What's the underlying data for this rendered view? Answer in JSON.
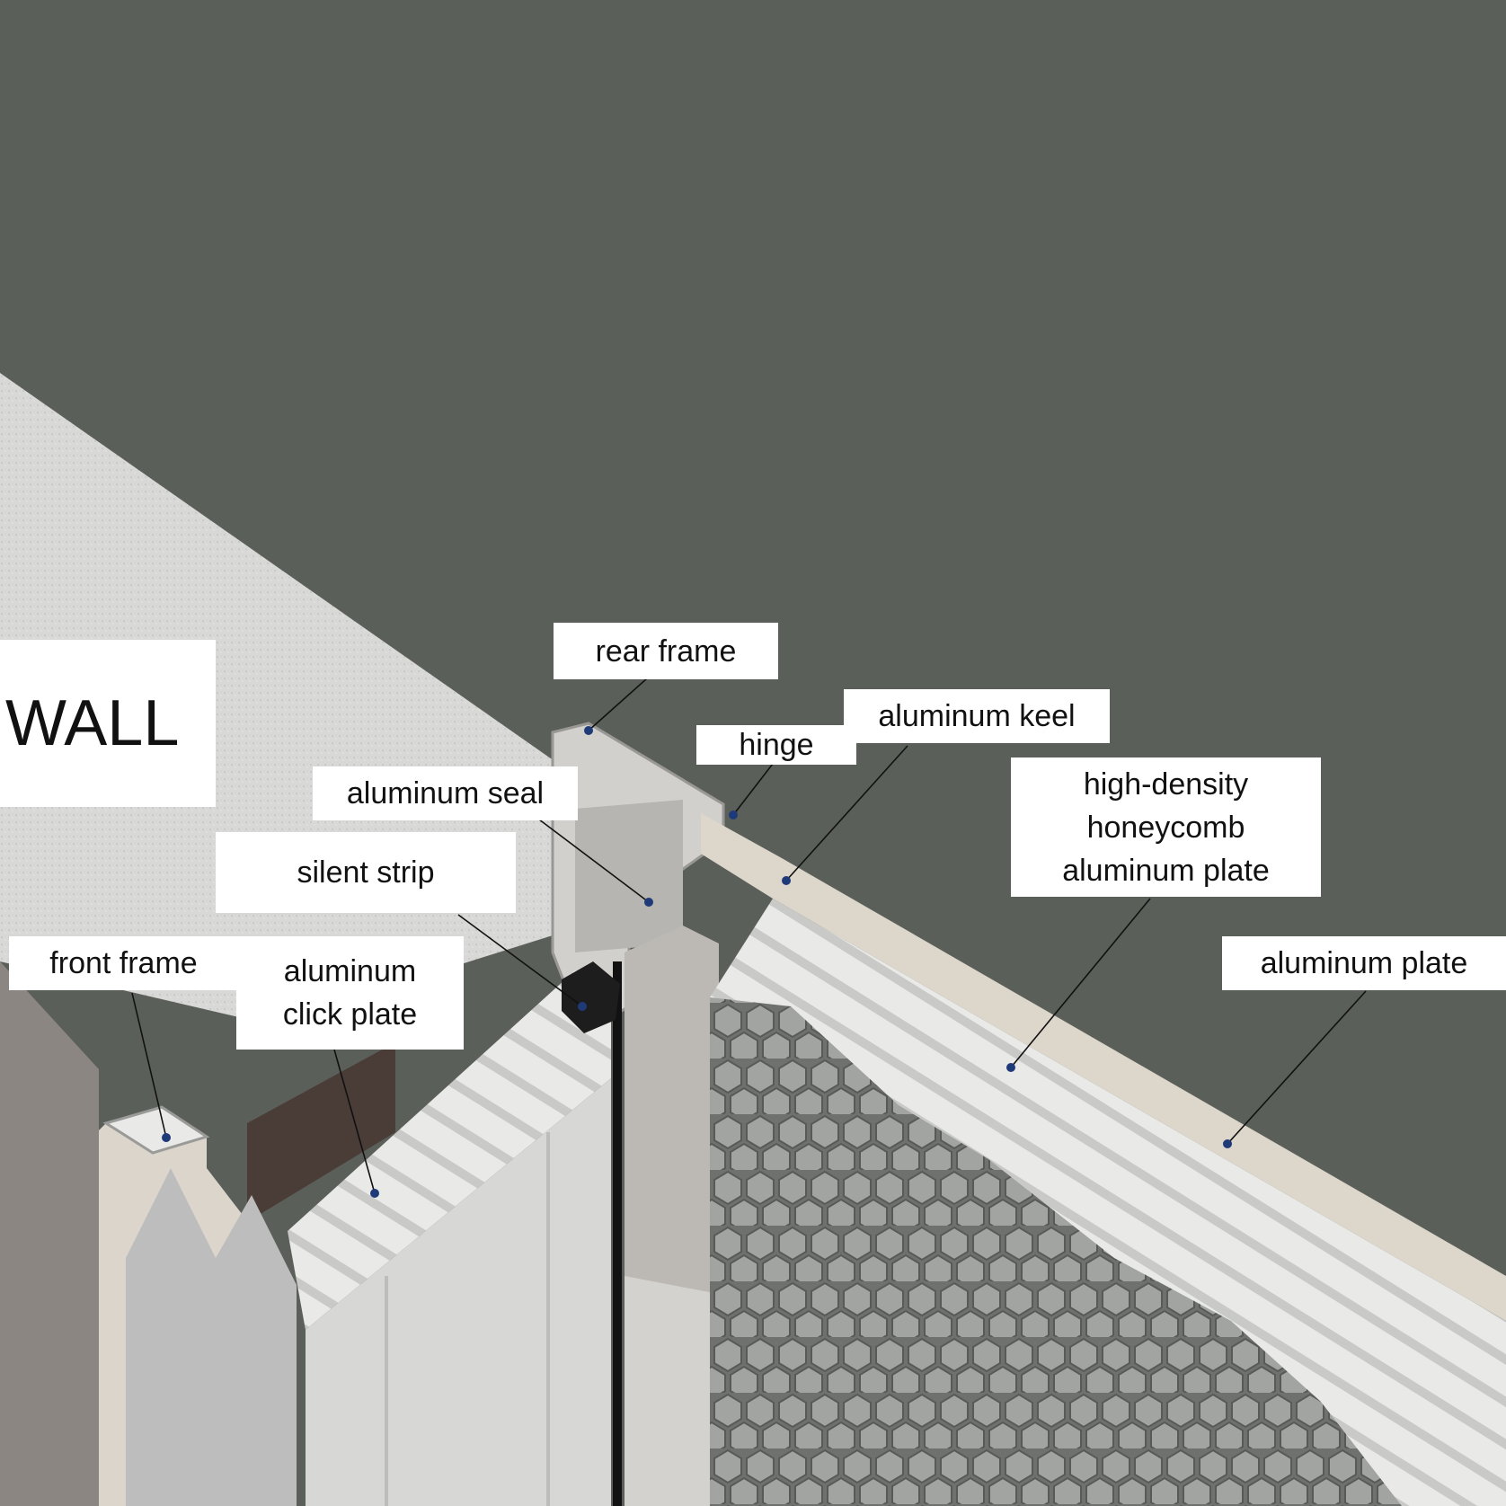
{
  "diagram": {
    "wall_label": "WALL",
    "labels": {
      "rear_frame": "rear frame",
      "hinge": "hinge",
      "aluminum_keel": "aluminum keel",
      "aluminum_seal": "aluminum seal",
      "high_density": "high-density\nhoneycomb\naluminum plate",
      "silent_strip": "silent strip",
      "front_frame": "front frame",
      "aluminum_click_plate": "aluminum\nclick plate",
      "aluminum_plate": "aluminum plate"
    },
    "colors": {
      "background": "#5b5f5a",
      "wall_top": "#d6d6d4",
      "wall_side": "#8c8682",
      "frame": "#c9c5c0",
      "honeycomb": "#8f918f",
      "leader_dot": "#1f3a78"
    }
  }
}
